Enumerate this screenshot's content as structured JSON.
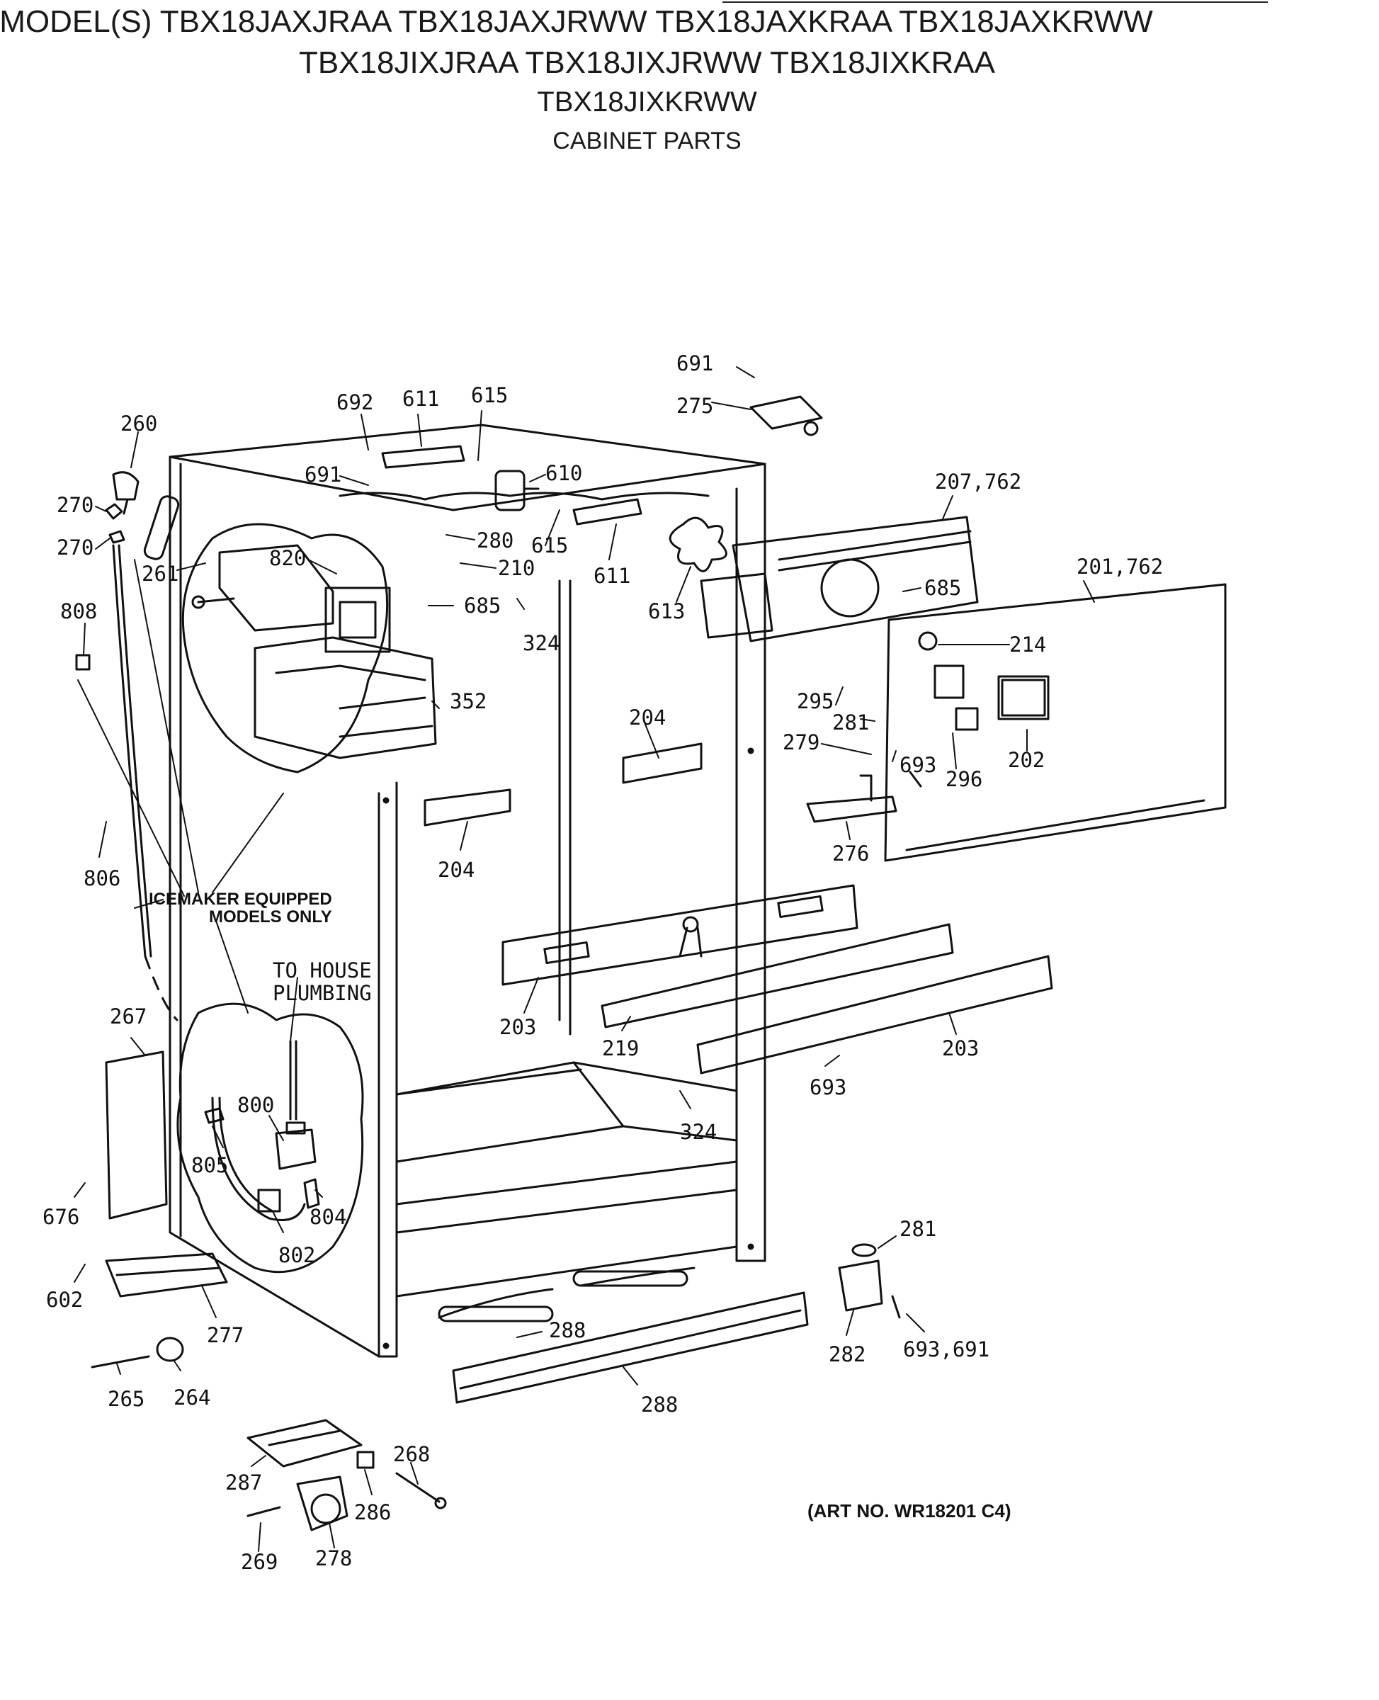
{
  "header": {
    "models_line1": "MODEL(S) TBX18JAXJRAA  TBX18JAXJRWW  TBX18JAXKRAA  TBX18JAXKRWW",
    "models_line2": "TBX18JIXJRAA  TBX18JIXJRWW  TBX18JIXKRAA",
    "models_line3": "TBX18JIXKRWW",
    "subtitle": "CABINET PARTS"
  },
  "notes": {
    "icemaker_line1": "ICEMAKER EQUIPPED",
    "icemaker_line2": "MODELS ONLY",
    "plumbing_line1": "TO HOUSE",
    "plumbing_line2": "PLUMBING"
  },
  "art_no": "(ART NO. WR18201 C4)",
  "part_labels": {
    "p691a": "691",
    "p275": "275",
    "p692": "692",
    "p611a": "611",
    "p615a": "615",
    "p260": "260",
    "p691b": "691",
    "p610": "610",
    "p207_762": "207,762",
    "p270a": "270",
    "p270b": "270",
    "p280": "280",
    "p615b": "615",
    "p210": "210",
    "p261": "261",
    "p820": "820",
    "p611b": "611",
    "p613": "613",
    "p685a": "685",
    "p685b": "685",
    "p201_762": "201,762",
    "p324a": "324",
    "p808": "808",
    "p214": "214",
    "p352": "352",
    "p204a": "204",
    "p295": "295",
    "p281a": "281",
    "p279": "279",
    "p693a": "693",
    "p296": "296",
    "p202": "202",
    "p204b": "204",
    "p276": "276",
    "p806": "806",
    "p203a": "203",
    "p219": "219",
    "p203b": "203",
    "p267": "267",
    "p693b": "693",
    "p324b": "324",
    "p800": "800",
    "p805": "805",
    "p676": "676",
    "p804": "804",
    "p802": "802",
    "p281b": "281",
    "p602": "602",
    "p277": "277",
    "p288a": "288",
    "p282": "282",
    "p693_691": "693,691",
    "p265": "265",
    "p264": "264",
    "p288b": "288",
    "p268": "268",
    "p287": "287",
    "p286": "286",
    "p269": "269",
    "p278": "278"
  }
}
